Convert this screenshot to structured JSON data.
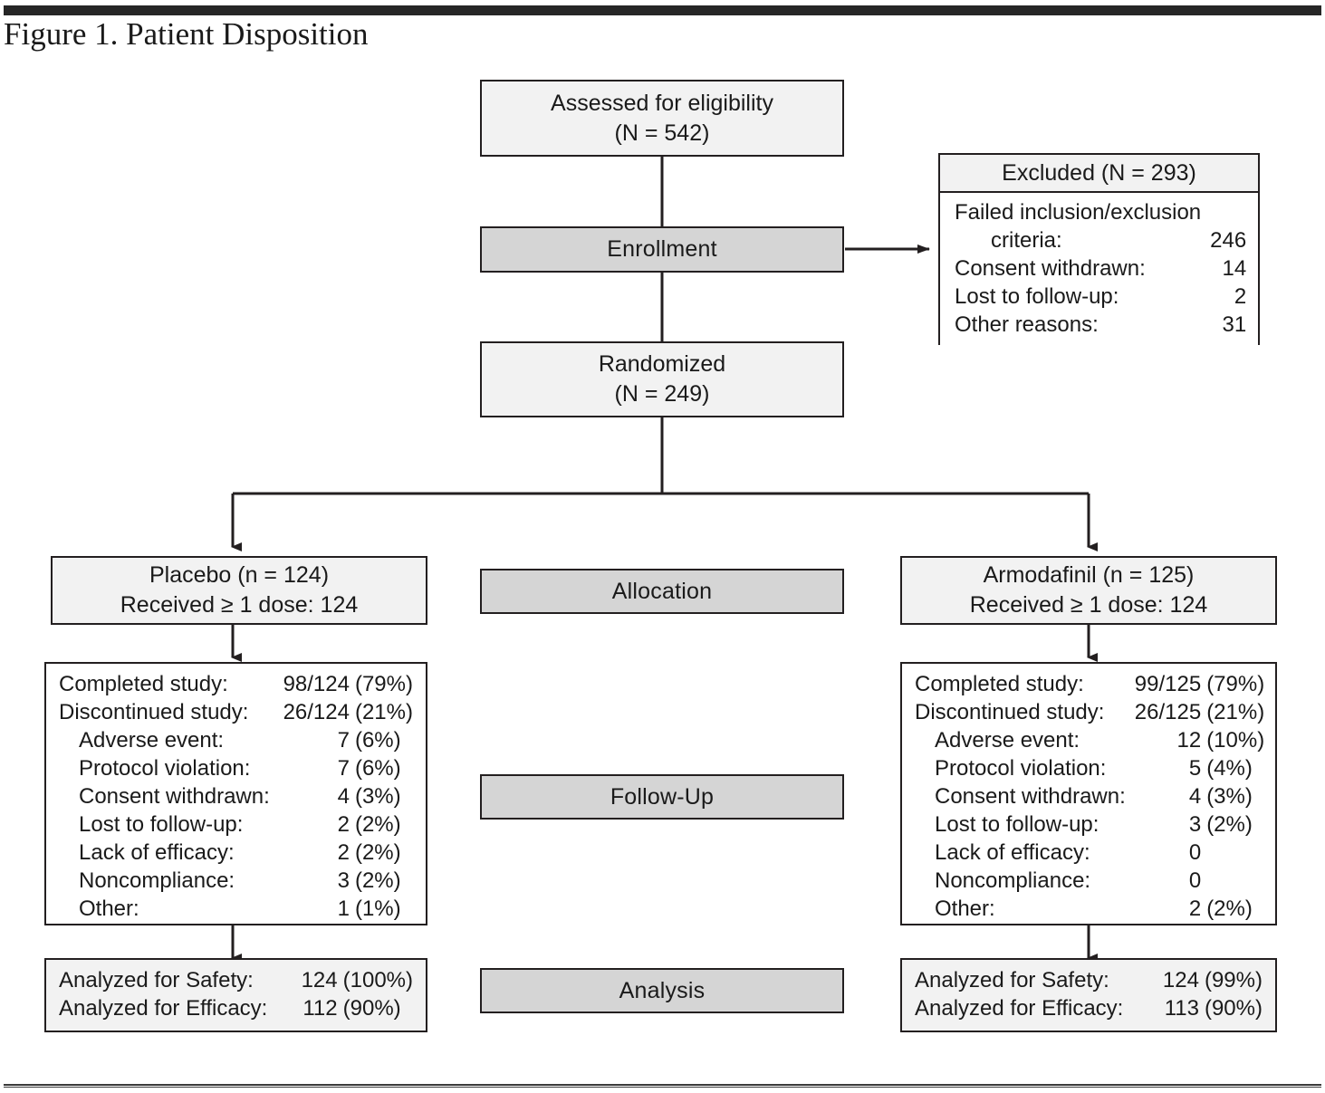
{
  "figure": {
    "title": "Figure 1. Patient Disposition"
  },
  "colors": {
    "stage_fill": "#d5d5d5",
    "node_fill": "#f2f2f2",
    "white_fill": "#ffffff",
    "border": "#231f20",
    "rule": "#262626"
  },
  "nodes": {
    "assessed": {
      "line1": "Assessed  for eligibility",
      "line2": "(N = 542)"
    },
    "enrollment": {
      "label": "Enrollment"
    },
    "excluded": {
      "header": "Excluded (N = 293)",
      "items": [
        {
          "label": "Failed inclusion/exclusion",
          "value": "",
          "pct": ""
        },
        {
          "label": "criteria:",
          "value": "246",
          "pct": "",
          "wrap": true
        },
        {
          "label": "Consent withdrawn:",
          "value": "14",
          "pct": ""
        },
        {
          "label": "Lost to follow-up:",
          "value": "2",
          "pct": ""
        },
        {
          "label": "Other reasons:",
          "value": "31",
          "pct": ""
        }
      ]
    },
    "randomized": {
      "line1": "Randomized",
      "line2": "(N = 249)"
    },
    "allocation_stage": {
      "label": "Allocation"
    },
    "followup_stage": {
      "label": "Follow-Up"
    },
    "analysis_stage": {
      "label": "Analysis"
    },
    "placebo_alloc": {
      "line1": "Placebo (n = 124)",
      "line2": "Received ≥ 1 dose: 124"
    },
    "armodafinil_alloc": {
      "line1": "Armodafinil (n = 125)",
      "line2": "Received ≥ 1 dose: 124"
    },
    "placebo_followup": {
      "items": [
        {
          "label": "Completed study:",
          "value": "98/124",
          "pct": "(79%)"
        },
        {
          "label": "Discontinued study:",
          "value": "26/124",
          "pct": "(21%)"
        },
        {
          "label": "Adverse event:",
          "value": "7",
          "pct": "(6%)",
          "indent": true
        },
        {
          "label": "Protocol violation:",
          "value": "7",
          "pct": "(6%)",
          "indent": true
        },
        {
          "label": "Consent withdrawn:",
          "value": "4",
          "pct": "(3%)",
          "indent": true
        },
        {
          "label": "Lost to follow-up:",
          "value": "2",
          "pct": "(2%)",
          "indent": true
        },
        {
          "label": "Lack of efficacy:",
          "value": "2",
          "pct": "(2%)",
          "indent": true
        },
        {
          "label": "Noncompliance:",
          "value": "3",
          "pct": "(2%)",
          "indent": true
        },
        {
          "label": "Other:",
          "value": "1",
          "pct": "(1%)",
          "indent": true
        }
      ]
    },
    "armodafinil_followup": {
      "items": [
        {
          "label": "Completed study:",
          "value": "99/125",
          "pct": "(79%)"
        },
        {
          "label": "Discontinued study:",
          "value": "26/125",
          "pct": "(21%)"
        },
        {
          "label": "Adverse event:",
          "value": "12",
          "pct": "(10%)",
          "indent": true
        },
        {
          "label": "Protocol violation:",
          "value": "5",
          "pct": "(4%)",
          "indent": true
        },
        {
          "label": "Consent withdrawn:",
          "value": "4",
          "pct": "(3%)",
          "indent": true
        },
        {
          "label": "Lost to follow-up:",
          "value": "3",
          "pct": "(2%)",
          "indent": true
        },
        {
          "label": "Lack of efficacy:",
          "value": "0",
          "pct": "",
          "indent": true
        },
        {
          "label": "Noncompliance:",
          "value": "0",
          "pct": "",
          "indent": true
        },
        {
          "label": "Other:",
          "value": "2",
          "pct": "(2%)",
          "indent": true
        }
      ]
    },
    "placebo_analysis": {
      "items": [
        {
          "label": "Analyzed for Safety:",
          "value": "124",
          "pct": "(100%)"
        },
        {
          "label": "Analyzed for Efficacy:",
          "value": "112",
          "pct": "(90%)"
        }
      ]
    },
    "armodafinil_analysis": {
      "items": [
        {
          "label": "Analyzed for Safety:",
          "value": "124",
          "pct": "(99%)"
        },
        {
          "label": "Analyzed for Efficacy:",
          "value": "113",
          "pct": "(90%)"
        }
      ]
    }
  }
}
